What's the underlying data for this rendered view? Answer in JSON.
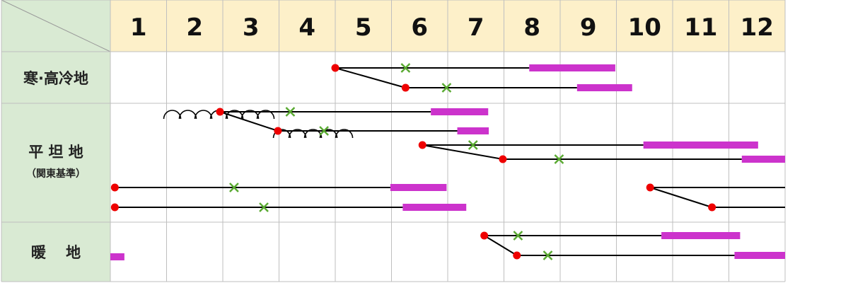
{
  "colors": {
    "header_bg": "#fdf0c9",
    "side_bg": "#d9ead3",
    "grid": "#bfbfbf",
    "sow": "#ee0000",
    "plant": "#5aaa32",
    "harvest": "#cc33cc",
    "line": "#000000",
    "tunnel": "#000000"
  },
  "legend_semantics": {
    "sow": "red-dot",
    "plant": "green-x",
    "harvest": "magenta-bar",
    "tunnel": "arc-row"
  },
  "chart_data": {
    "type": "gantt-calendar",
    "months": [
      "1",
      "2",
      "3",
      "4",
      "5",
      "6",
      "7",
      "8",
      "9",
      "10",
      "11",
      "12"
    ],
    "x_range": [
      1,
      13
    ],
    "regions": [
      {
        "id": "cold",
        "label": "寒·高冷地",
        "sub": ""
      },
      {
        "id": "plain",
        "label": "平 坦 地",
        "sub": "（関東基準）"
      },
      {
        "id": "warm",
        "label": "暖　 地",
        "sub": ""
      }
    ],
    "rows": [
      {
        "region": "cold",
        "sow": 5.0,
        "plant": 6.25,
        "harvest": [
          8.45,
          9.98
        ]
      },
      {
        "region": "cold",
        "sow": 6.25,
        "plant": 6.98,
        "harvest": [
          9.3,
          10.28
        ]
      },
      {
        "region": "plain",
        "sow": 2.95,
        "plant": 4.2,
        "harvest": [
          6.7,
          7.72
        ],
        "tunnel": [
          1.95,
          4.1
        ]
      },
      {
        "region": "plain",
        "sow": 3.98,
        "plant": 4.8,
        "harvest": [
          7.17,
          7.73
        ],
        "tunnel": [
          3.9,
          5.4
        ]
      },
      {
        "region": "plain",
        "sow": 6.55,
        "plant": 7.45,
        "harvest": [
          10.48,
          12.52
        ]
      },
      {
        "region": "plain",
        "sow": 7.98,
        "plant": 8.98,
        "harvest": [
          12.23,
          13.0
        ]
      },
      {
        "region": "plain",
        "sow": 1.08,
        "plant": 3.2,
        "harvest": [
          5.98,
          6.98
        ],
        "line_end": 5.98
      },
      {
        "region": "plain",
        "sow": 1.08,
        "plant": 3.73,
        "harvest": [
          6.2,
          7.33
        ],
        "line_end": 6.2
      },
      {
        "region": "plain",
        "sow": 10.6,
        "line_end": 13.0
      },
      {
        "region": "plain",
        "sow": 11.7,
        "line_end": 13.0
      },
      {
        "region": "warm",
        "harvest": [
          1.0,
          1.25
        ]
      },
      {
        "region": "warm",
        "sow": 7.65,
        "plant": 8.25,
        "harvest": [
          10.8,
          12.2
        ]
      },
      {
        "region": "warm",
        "sow": 8.23,
        "plant": 8.78,
        "harvest": [
          12.1,
          13.0
        ]
      }
    ]
  }
}
